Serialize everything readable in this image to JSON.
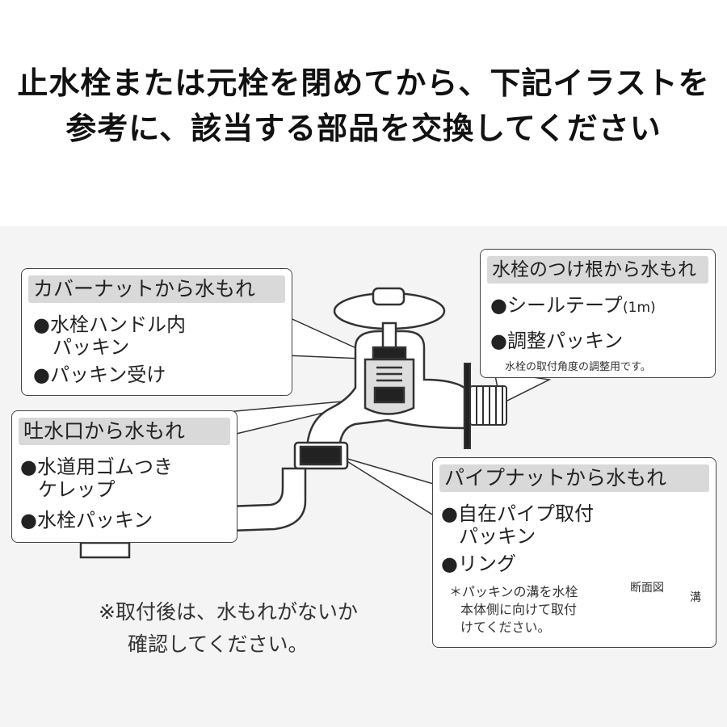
{
  "heading": {
    "line1": "止水栓または元栓を閉めてから、下記イラストを",
    "line2": "参考に、該当する部品を交換してください"
  },
  "callouts": {
    "cover_nut": {
      "title": "カバーナットから水もれ",
      "items": [
        "●水栓ハンドル内",
        "パッキン",
        "●パッキン受け"
      ]
    },
    "base": {
      "title": "水栓のつけ根から水もれ",
      "items": [
        "●シールテープ",
        "(1m)",
        "●調整パッキン"
      ],
      "note": "水栓の取付角度の調整用です。"
    },
    "spout": {
      "title": "吐水口から水もれ",
      "items": [
        "●水道用ゴムつき",
        "ケレップ",
        "●水栓パッキン"
      ]
    },
    "pipe_nut": {
      "title": "パイプナットから水もれ",
      "items": [
        "●自在パイプ取付",
        "パッキン",
        "●リング"
      ],
      "note_lines": [
        "＊パッキンの溝を水栓",
        "本体側に向けて取付",
        "けてください。"
      ],
      "section_label": "断面図",
      "groove_label": "溝"
    }
  },
  "warning": {
    "line1": "※取付後は、水もれがないか",
    "line2": "確認してください。"
  },
  "colors": {
    "panel_bg": "#f4f4f4",
    "title_bg": "#d9d9d9",
    "outline": "#333333",
    "dark_rubber": "#222222"
  }
}
